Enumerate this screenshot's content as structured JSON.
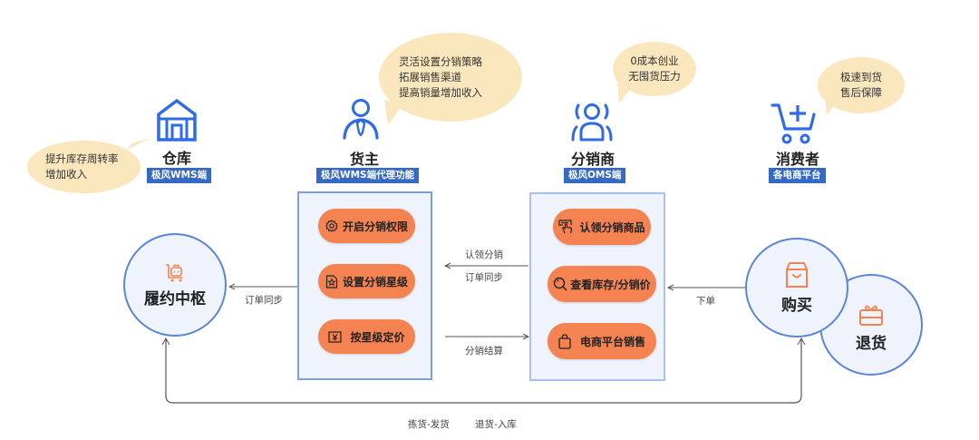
{
  "colors": {
    "brand_blue": "#3569c4",
    "icon_blue": "#2f6be6",
    "orange": "#f58352",
    "bubble": "#fbe7bd",
    "panel_bg": "#eef3fc",
    "panel_border": "#7d9ee0"
  },
  "roles": [
    {
      "name": "仓库",
      "tag": "极风WMS端",
      "icon": "warehouse-icon",
      "bubble": [
        "提升库存周转率",
        "增加收入"
      ]
    },
    {
      "name": "货主",
      "tag": "极风WMS端代理功能",
      "icon": "merchant-icon",
      "bubble": [
        "灵活设置分销策略",
        "拓展销售渠道",
        "提高销量增加收入"
      ]
    },
    {
      "name": "分销商",
      "tag": "极风OMS端",
      "icon": "distributor-icon",
      "bubble": [
        "0成本创业",
        "无囤货压力"
      ]
    },
    {
      "name": "消费者",
      "tag": "各电商平台",
      "icon": "cart-plus-icon",
      "bubble": [
        "极速到货",
        "售后保障"
      ]
    }
  ],
  "merchant_steps": [
    {
      "label": "开启分销权限",
      "icon": "gear-icon"
    },
    {
      "label": "设置分销星级",
      "icon": "star-doc-icon"
    },
    {
      "label": "按星级定价",
      "icon": "yen-icon"
    }
  ],
  "distributor_steps": [
    {
      "label": "认领分销商品",
      "icon": "claim-hand-icon"
    },
    {
      "label": "查看库存/分销价",
      "icon": "search-icon"
    },
    {
      "label": "电商平台销售",
      "icon": "shopping-bag-icon"
    }
  ],
  "nodes": {
    "fulfillment": {
      "label": "履约中枢",
      "icon": "luggage-cart-icon"
    },
    "buy": {
      "label": "购买",
      "icon": "shopping-box-icon"
    },
    "return": {
      "label": "退货",
      "icon": "gift-box-icon"
    }
  },
  "edges": {
    "merchant_to_hub": "订单同步",
    "distributor_to_merchant_top": "认领分销",
    "distributor_to_merchant_bottom": "订单同步",
    "merchant_to_distributor": "分销结算",
    "consumer_to_distributor": "下单",
    "bottom_left": "拣货-发货",
    "bottom_right": "退货-入库"
  }
}
